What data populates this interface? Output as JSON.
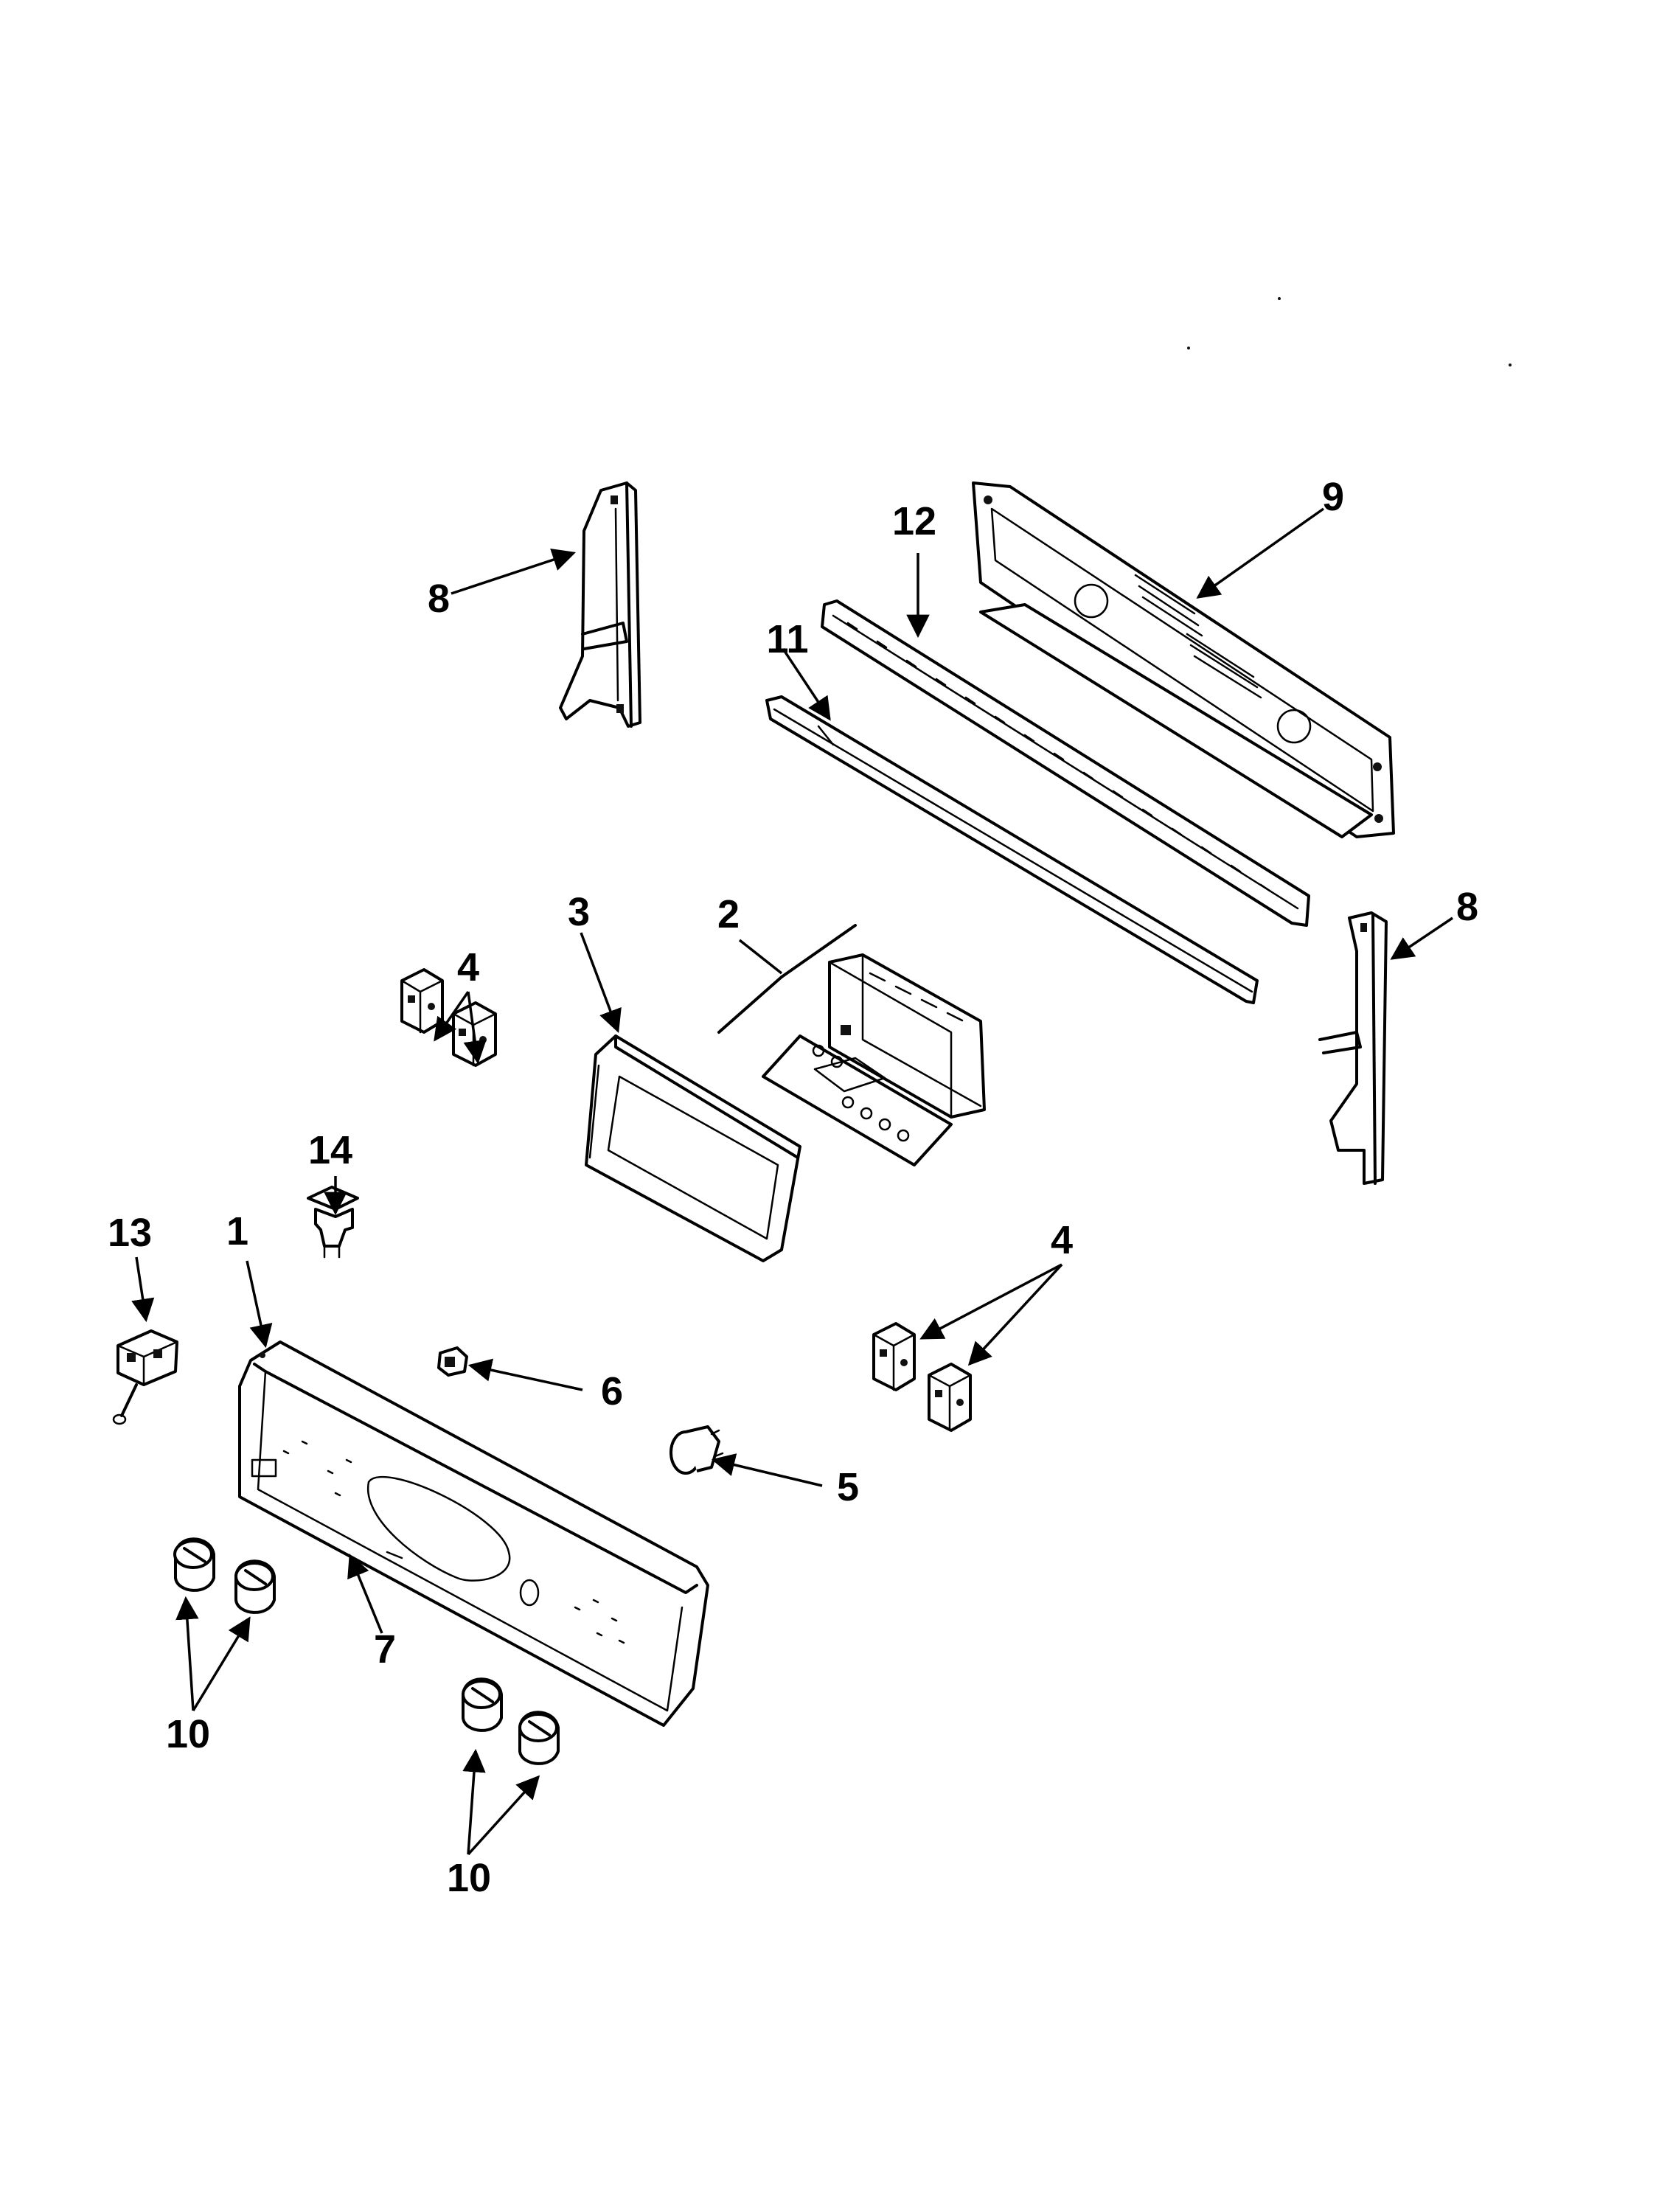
{
  "callouts": {
    "c1": "1",
    "c2": "2",
    "c3": "3",
    "c4a": "4",
    "c4b": "4",
    "c5": "5",
    "c6": "6",
    "c7": "7",
    "c8a": "8",
    "c8b": "8",
    "c9": "9",
    "c10a": "10",
    "c10b": "10",
    "c11": "11",
    "c12": "12",
    "c13": "13",
    "c14": "14"
  }
}
